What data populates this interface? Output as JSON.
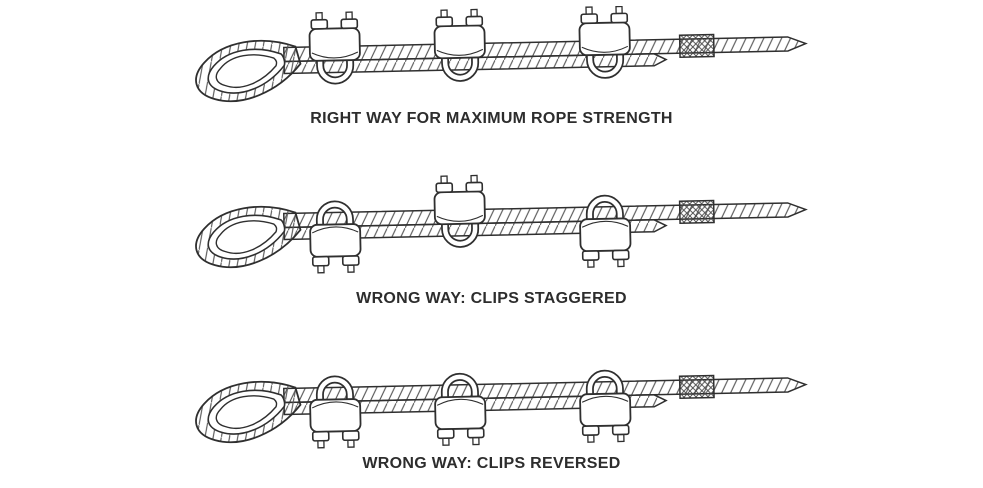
{
  "diagrams": [
    {
      "name": "right-way",
      "label": "RIGHT WAY FOR MAXIMUM ROPE STRENGTH",
      "clips": [
        "up",
        "up",
        "up"
      ]
    },
    {
      "name": "clips-staggered",
      "label": "WRONG WAY: CLIPS STAGGERED",
      "clips": [
        "down",
        "up",
        "down"
      ]
    },
    {
      "name": "clips-reversed",
      "label": "WRONG WAY: CLIPS REVERSED",
      "clips": [
        "down",
        "down",
        "down"
      ]
    }
  ],
  "colors": {
    "line": "#2f2f2f",
    "hatch": "#555555",
    "text": "#2d2d2d",
    "background": "#ffffff"
  }
}
